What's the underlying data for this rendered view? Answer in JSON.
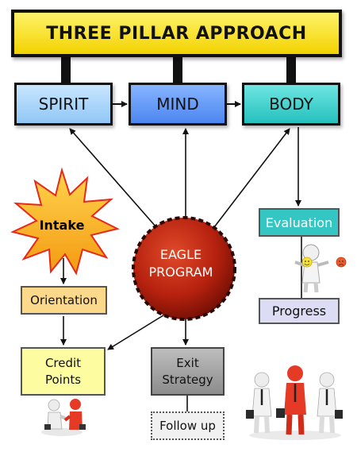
{
  "title": "THREE PILLAR APPROACH",
  "pillars": {
    "spirit": "SPIRIT",
    "mind": "MIND",
    "body": "BODY"
  },
  "center": {
    "label": "EAGLE\nPROGRAM",
    "color": "#b5210e"
  },
  "intake": "Intake",
  "orientation": "Orientation",
  "credit_points": "Credit\nPoints",
  "exit_strategy": "Exit\nStrategy",
  "follow_up": "Follow up",
  "evaluation": "Evaluation",
  "progress": "Progress",
  "colors": {
    "title_bg": "#f5d90a",
    "spirit": "#a7d4fb",
    "mind": "#5b93f3",
    "body": "#2ecac6",
    "intake": "#f7a51c"
  }
}
